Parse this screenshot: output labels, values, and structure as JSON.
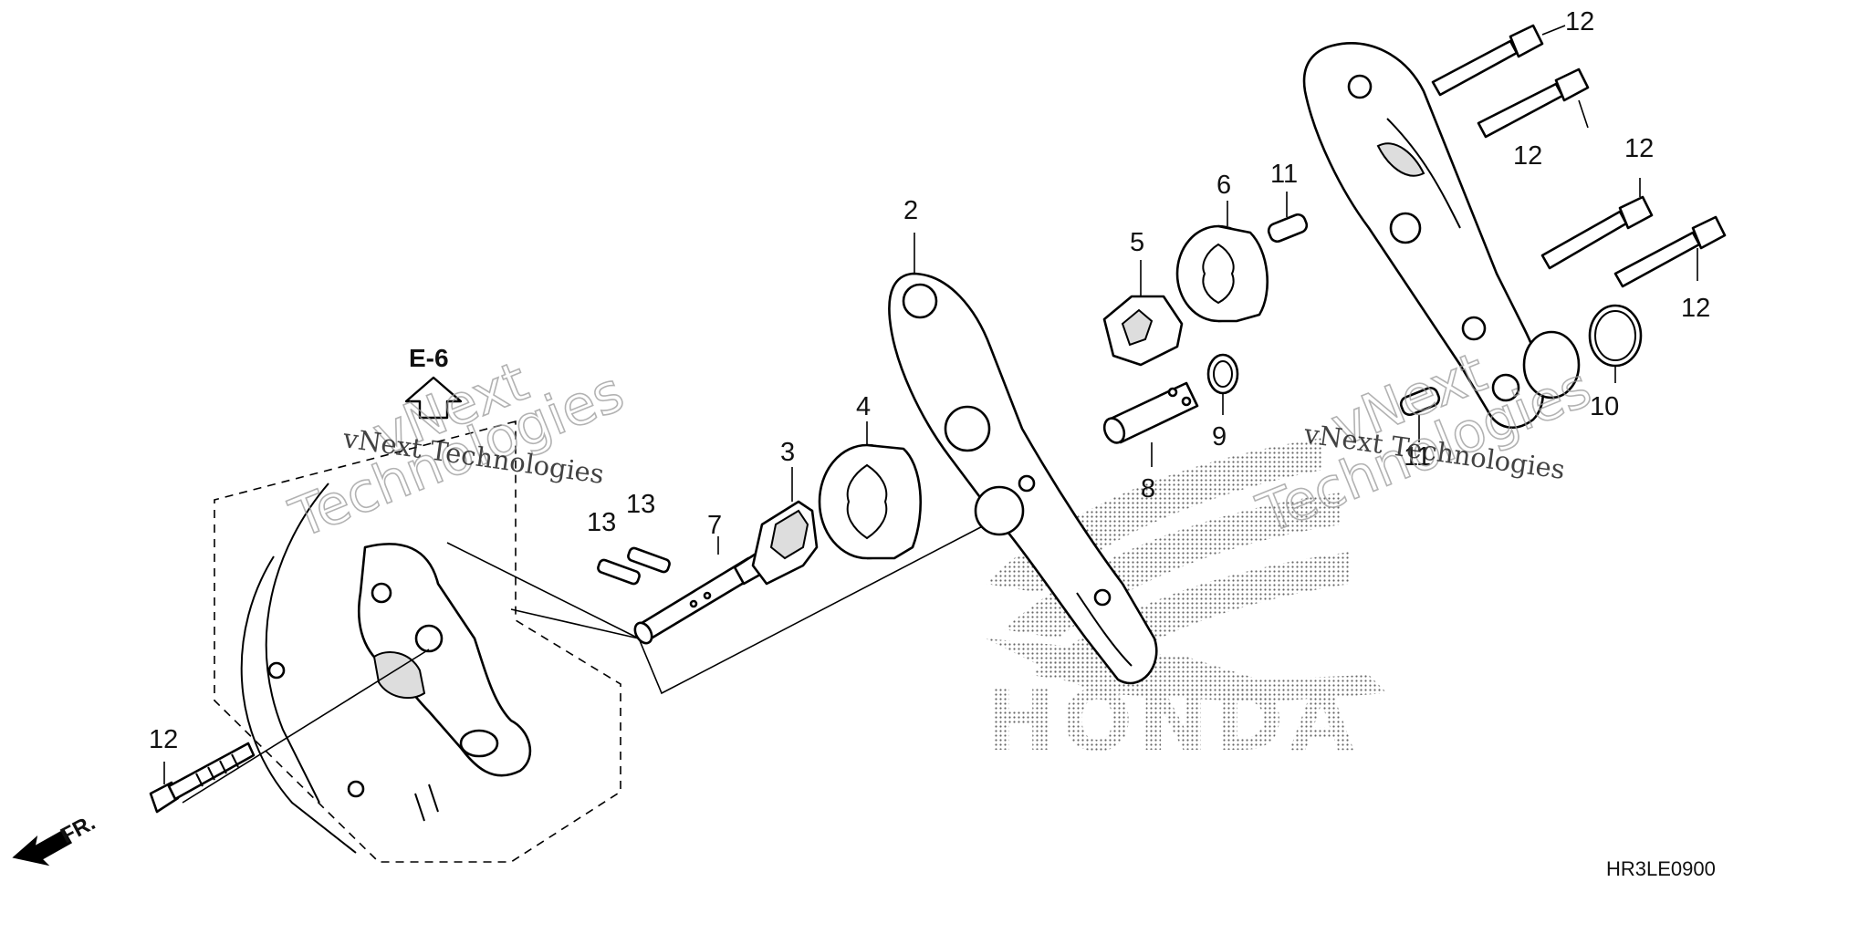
{
  "diagram": {
    "reference_label": "E-6",
    "direction_label": "FR.",
    "diagram_code": "HR3LE0900",
    "callouts": [
      {
        "id": "c2",
        "text": "2"
      },
      {
        "id": "c3",
        "text": "3"
      },
      {
        "id": "c4",
        "text": "4"
      },
      {
        "id": "c5",
        "text": "5"
      },
      {
        "id": "c6",
        "text": "6"
      },
      {
        "id": "c7",
        "text": "7"
      },
      {
        "id": "c8",
        "text": "8"
      },
      {
        "id": "c9",
        "text": "9"
      },
      {
        "id": "c10",
        "text": "10"
      },
      {
        "id": "c11a",
        "text": "11"
      },
      {
        "id": "c11b",
        "text": "11"
      },
      {
        "id": "c12a",
        "text": "12"
      },
      {
        "id": "c12b",
        "text": "12"
      },
      {
        "id": "c12c",
        "text": "12"
      },
      {
        "id": "c12d",
        "text": "12"
      },
      {
        "id": "c12e",
        "text": "12"
      },
      {
        "id": "c13a",
        "text": "13"
      },
      {
        "id": "c13b",
        "text": "13"
      }
    ]
  },
  "watermark": {
    "text": "vNext Technologies",
    "outline_line1": "vNext",
    "outline_line2": "Technologies"
  },
  "brand_logo": {
    "text": "HONDA"
  }
}
